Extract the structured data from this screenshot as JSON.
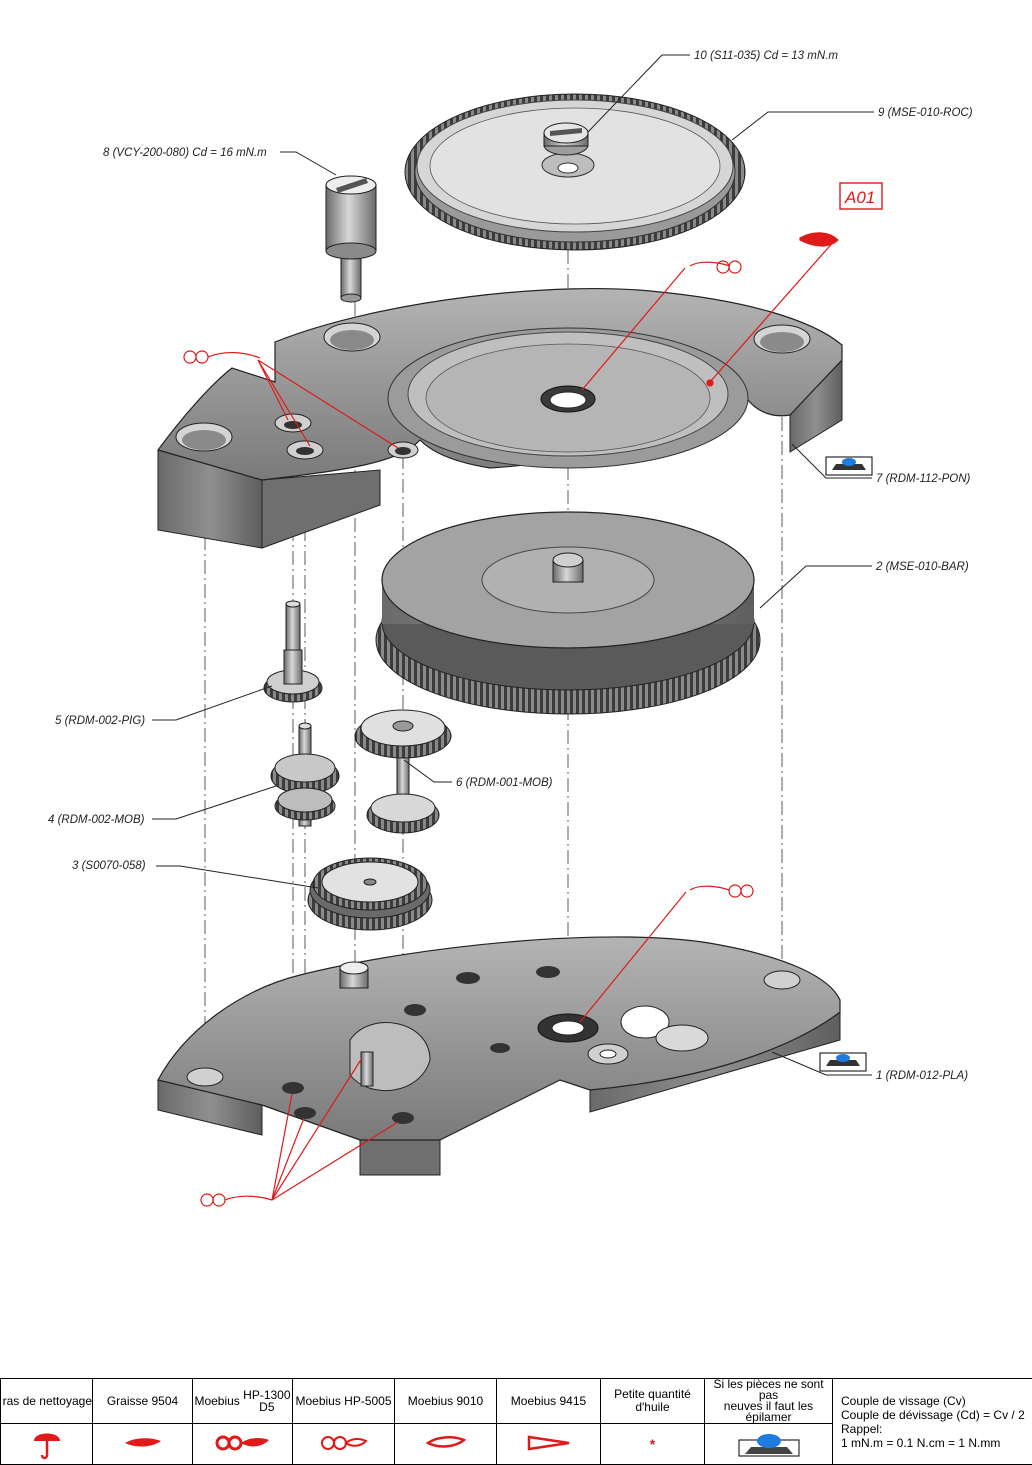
{
  "callouts": {
    "c10": "10  (S11-035)  Cd = 13 mN.m",
    "c9": "9  (MSE-010-ROC)",
    "c8": "8  (VCY-200-080)  Cd = 16 mN.m",
    "a01": "A01",
    "c7": "7  (RDM-112-PON)",
    "c2": "2  (MSE-010-BAR)",
    "c5": "5  (RDM-002-PIG)",
    "c6": "6  (RDM-001-MOB)",
    "c4": "4  (RDM-002-MOB)",
    "c3": "3  (S0070-058)",
    "c1": "1  (RDM-012-PLA)"
  },
  "legend": {
    "h_nettoyage": "ras de nettoyage",
    "h_graisse": "Graisse 9504",
    "h_hp1300_a": "Moebius",
    "h_hp1300_b": "HP-1300",
    "h_hp1300_c": "D5",
    "h_hp5005": "Moebius HP-5005",
    "h_9010": "Moebius 9010",
    "h_9415": "Moebius 9415",
    "h_petite_a": "Petite quantité",
    "h_petite_b": "d'huile",
    "h_epilamer_a": "Si les pièces ne sont pas",
    "h_epilamer_b": "neuves il faut les épilamer",
    "couple_1": "Couple de vissage (Cv)",
    "couple_2": "Couple de dévissage (Cd) = Cv / 2",
    "couple_3": "Rappel:",
    "couple_4": "1 mN.m = 0.1 N.cm = 1 N.mm",
    "petite_symbol": "*"
  },
  "colors": {
    "accent_red": "#e01919",
    "metal": "#8e8e8e",
    "metal_dark": "#5d5d5d",
    "metal_light": "#c8c8c8",
    "blue": "#1f7be0"
  }
}
